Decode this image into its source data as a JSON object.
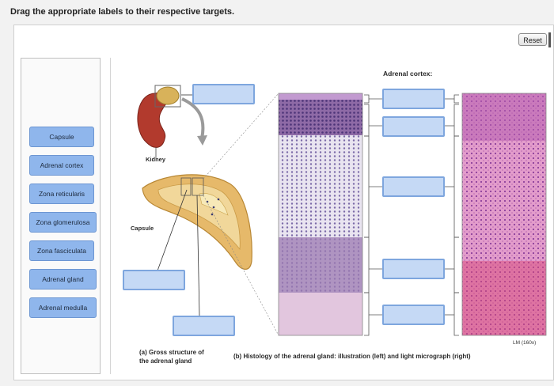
{
  "instruction": "Drag the appropriate labels to their respective targets.",
  "reset_label": "Reset",
  "labels": [
    "Capsule",
    "Adrenal cortex",
    "Zona reticularis",
    "Zona glomerulosa",
    "Zona fasciculata",
    "Adrenal gland",
    "Adrenal medulla"
  ],
  "figure": {
    "kidney": "Kidney",
    "capsule": "Capsule",
    "cortex_heading": "Adrenal cortex:",
    "magnification": "LM (160x)",
    "caption_a_line1": "(a) Gross structure of",
    "caption_a_line2": "the adrenal gland",
    "caption_b": "(b) Histology of the adrenal gland: illustration (left) and light micrograph (right)"
  },
  "colors": {
    "label_fill": "#8fb6ec",
    "target_fill": "#c5d9f5",
    "target_border": "#7ea6de"
  }
}
